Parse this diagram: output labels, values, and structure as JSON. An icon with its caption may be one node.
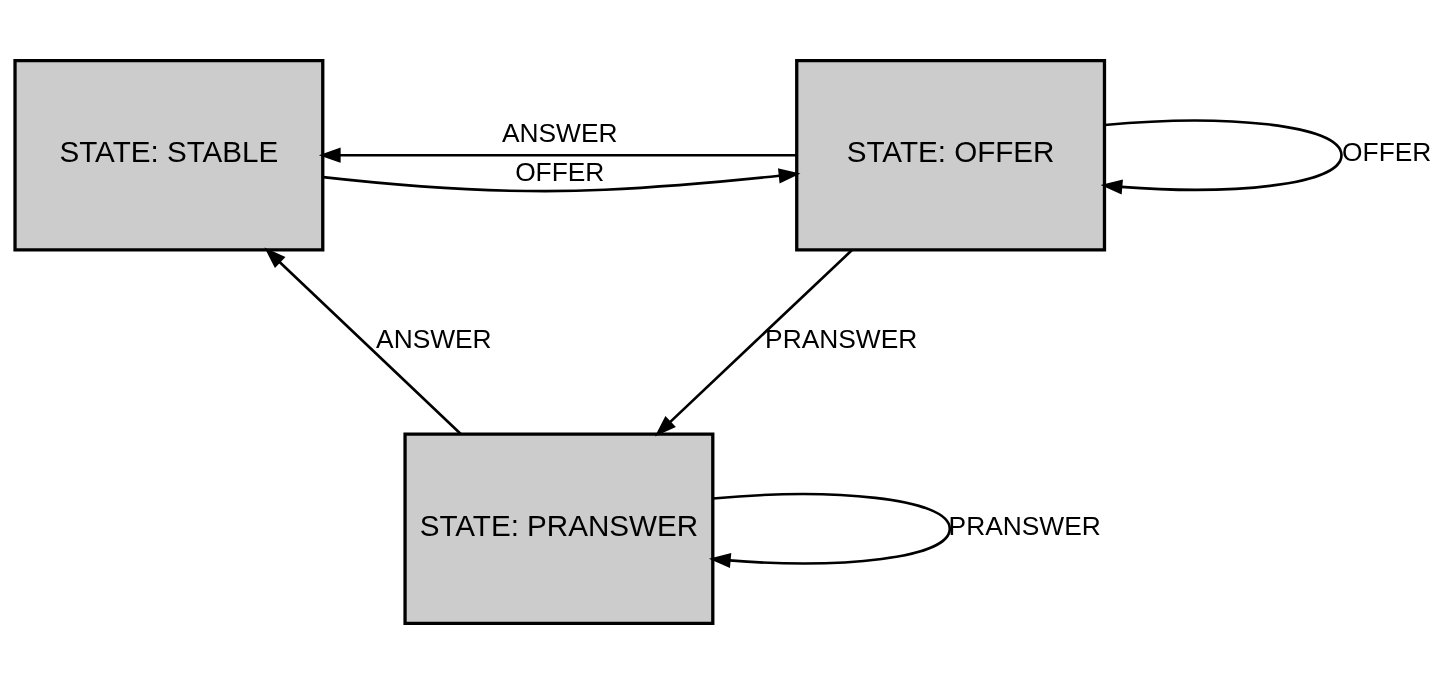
{
  "diagram": {
    "nodes": [
      {
        "text": [
          "STATE: STABLE"
        ]
      },
      {
        "text": [
          "STATE: OFFER"
        ]
      },
      {
        "text": [
          "STATE: PRANSWER"
        ]
      }
    ],
    "edges": [
      {
        "from": 0,
        "to": 1,
        "arrow": "to",
        "label": "OFFER"
      },
      {
        "from": 1,
        "to": 0,
        "arrow": "to",
        "label": "ANSWER"
      },
      {
        "from": 1,
        "to": 1,
        "arrow": "to",
        "label": "OFFER"
      },
      {
        "from": 1,
        "to": 2,
        "arrow": "to",
        "label": "PRANSWER"
      },
      {
        "from": 2,
        "to": 0,
        "arrow": "to",
        "label": "ANSWER"
      },
      {
        "from": 2,
        "to": 2,
        "arrow": "to",
        "label": "PRANSWER"
      }
    ]
  }
}
